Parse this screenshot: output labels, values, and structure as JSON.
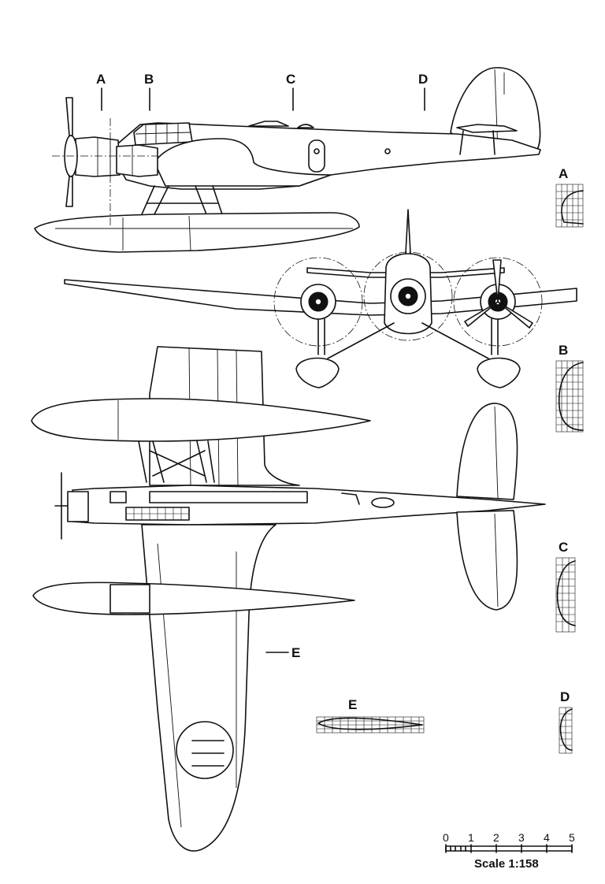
{
  "section_markers": {
    "side_view": [
      "A",
      "B",
      "C",
      "D"
    ],
    "sections": [
      "A",
      "B",
      "C",
      "D"
    ],
    "wing_section": "E",
    "wing_section_profile": "E"
  },
  "scale": {
    "title": "Scale 1:158",
    "ticks": [
      "0",
      "1",
      "2",
      "3",
      "4",
      "5"
    ]
  }
}
